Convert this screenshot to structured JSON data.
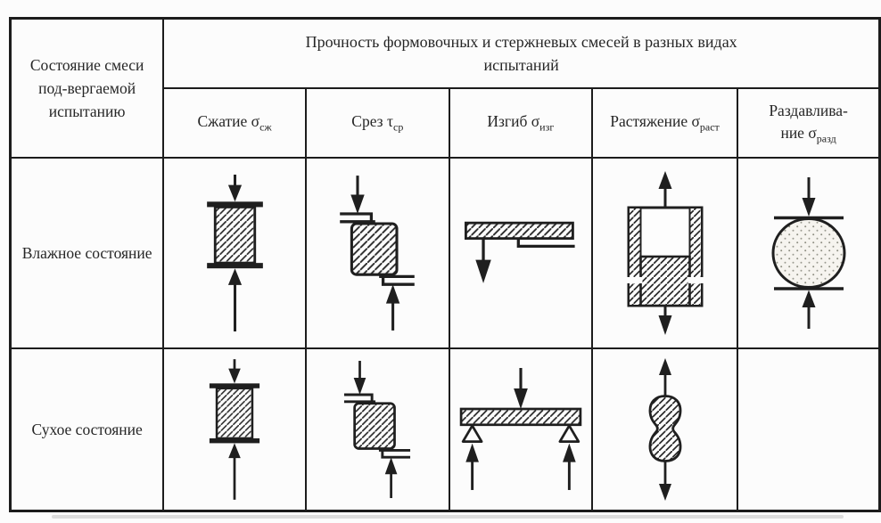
{
  "table": {
    "corner_header": "Состояние смеси под-вергаемой испытанию",
    "main_header_line1": "Прочность формовочных и стержневых смесей в разных видах",
    "main_header_line2": "испытаний",
    "columns": [
      {
        "label": "Сжатие",
        "symbol": "σ",
        "subscript": "сж"
      },
      {
        "label": "Срез",
        "symbol": "τ",
        "subscript": "ср"
      },
      {
        "label": "Изгиб",
        "symbol": "σ",
        "subscript": "изг"
      },
      {
        "label": "Растяжение",
        "symbol": "σ",
        "subscript": "раст"
      },
      {
        "label": "Раздавлива-ние",
        "symbol": "σ",
        "subscript": "разд"
      }
    ],
    "rows": [
      {
        "label": "Влажное состояние",
        "diagrams": [
          "compression-test",
          "shear-test",
          "cantilever-bending-test",
          "tension-mold-test",
          "crushing-ball-test"
        ]
      },
      {
        "label": "Сухое состояние",
        "diagrams": [
          "compression-test",
          "shear-test",
          "three-point-bending-test",
          "tension-dogbone-test",
          "none"
        ]
      }
    ]
  },
  "colors": {
    "ink": "#1f1f1f",
    "paper": "#fcfcfc",
    "text": "#262626"
  }
}
